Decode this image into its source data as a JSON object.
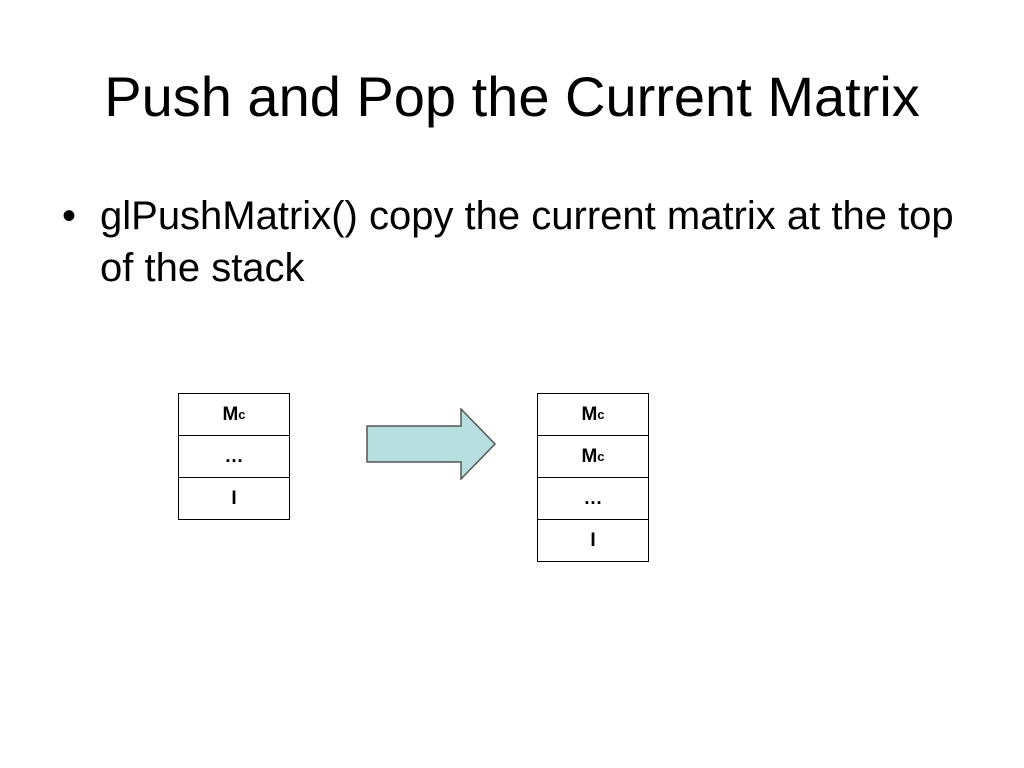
{
  "slide": {
    "title": "Push and Pop the Current Matrix",
    "bullets": [
      {
        "marker": "•",
        "text": "glPushMatrix() copy the current matrix at the top of the stack"
      }
    ]
  },
  "diagram": {
    "before_stack": [
      {
        "main": "M",
        "sub": "c"
      },
      {
        "main": "…",
        "sub": ""
      },
      {
        "main": "I",
        "sub": ""
      }
    ],
    "after_stack": [
      {
        "main": "M",
        "sub": "c"
      },
      {
        "main": "M",
        "sub": "c"
      },
      {
        "main": "…",
        "sub": ""
      },
      {
        "main": "I",
        "sub": ""
      }
    ],
    "arrow_fill": "#b7dfe0",
    "arrow_stroke": "#555555"
  }
}
